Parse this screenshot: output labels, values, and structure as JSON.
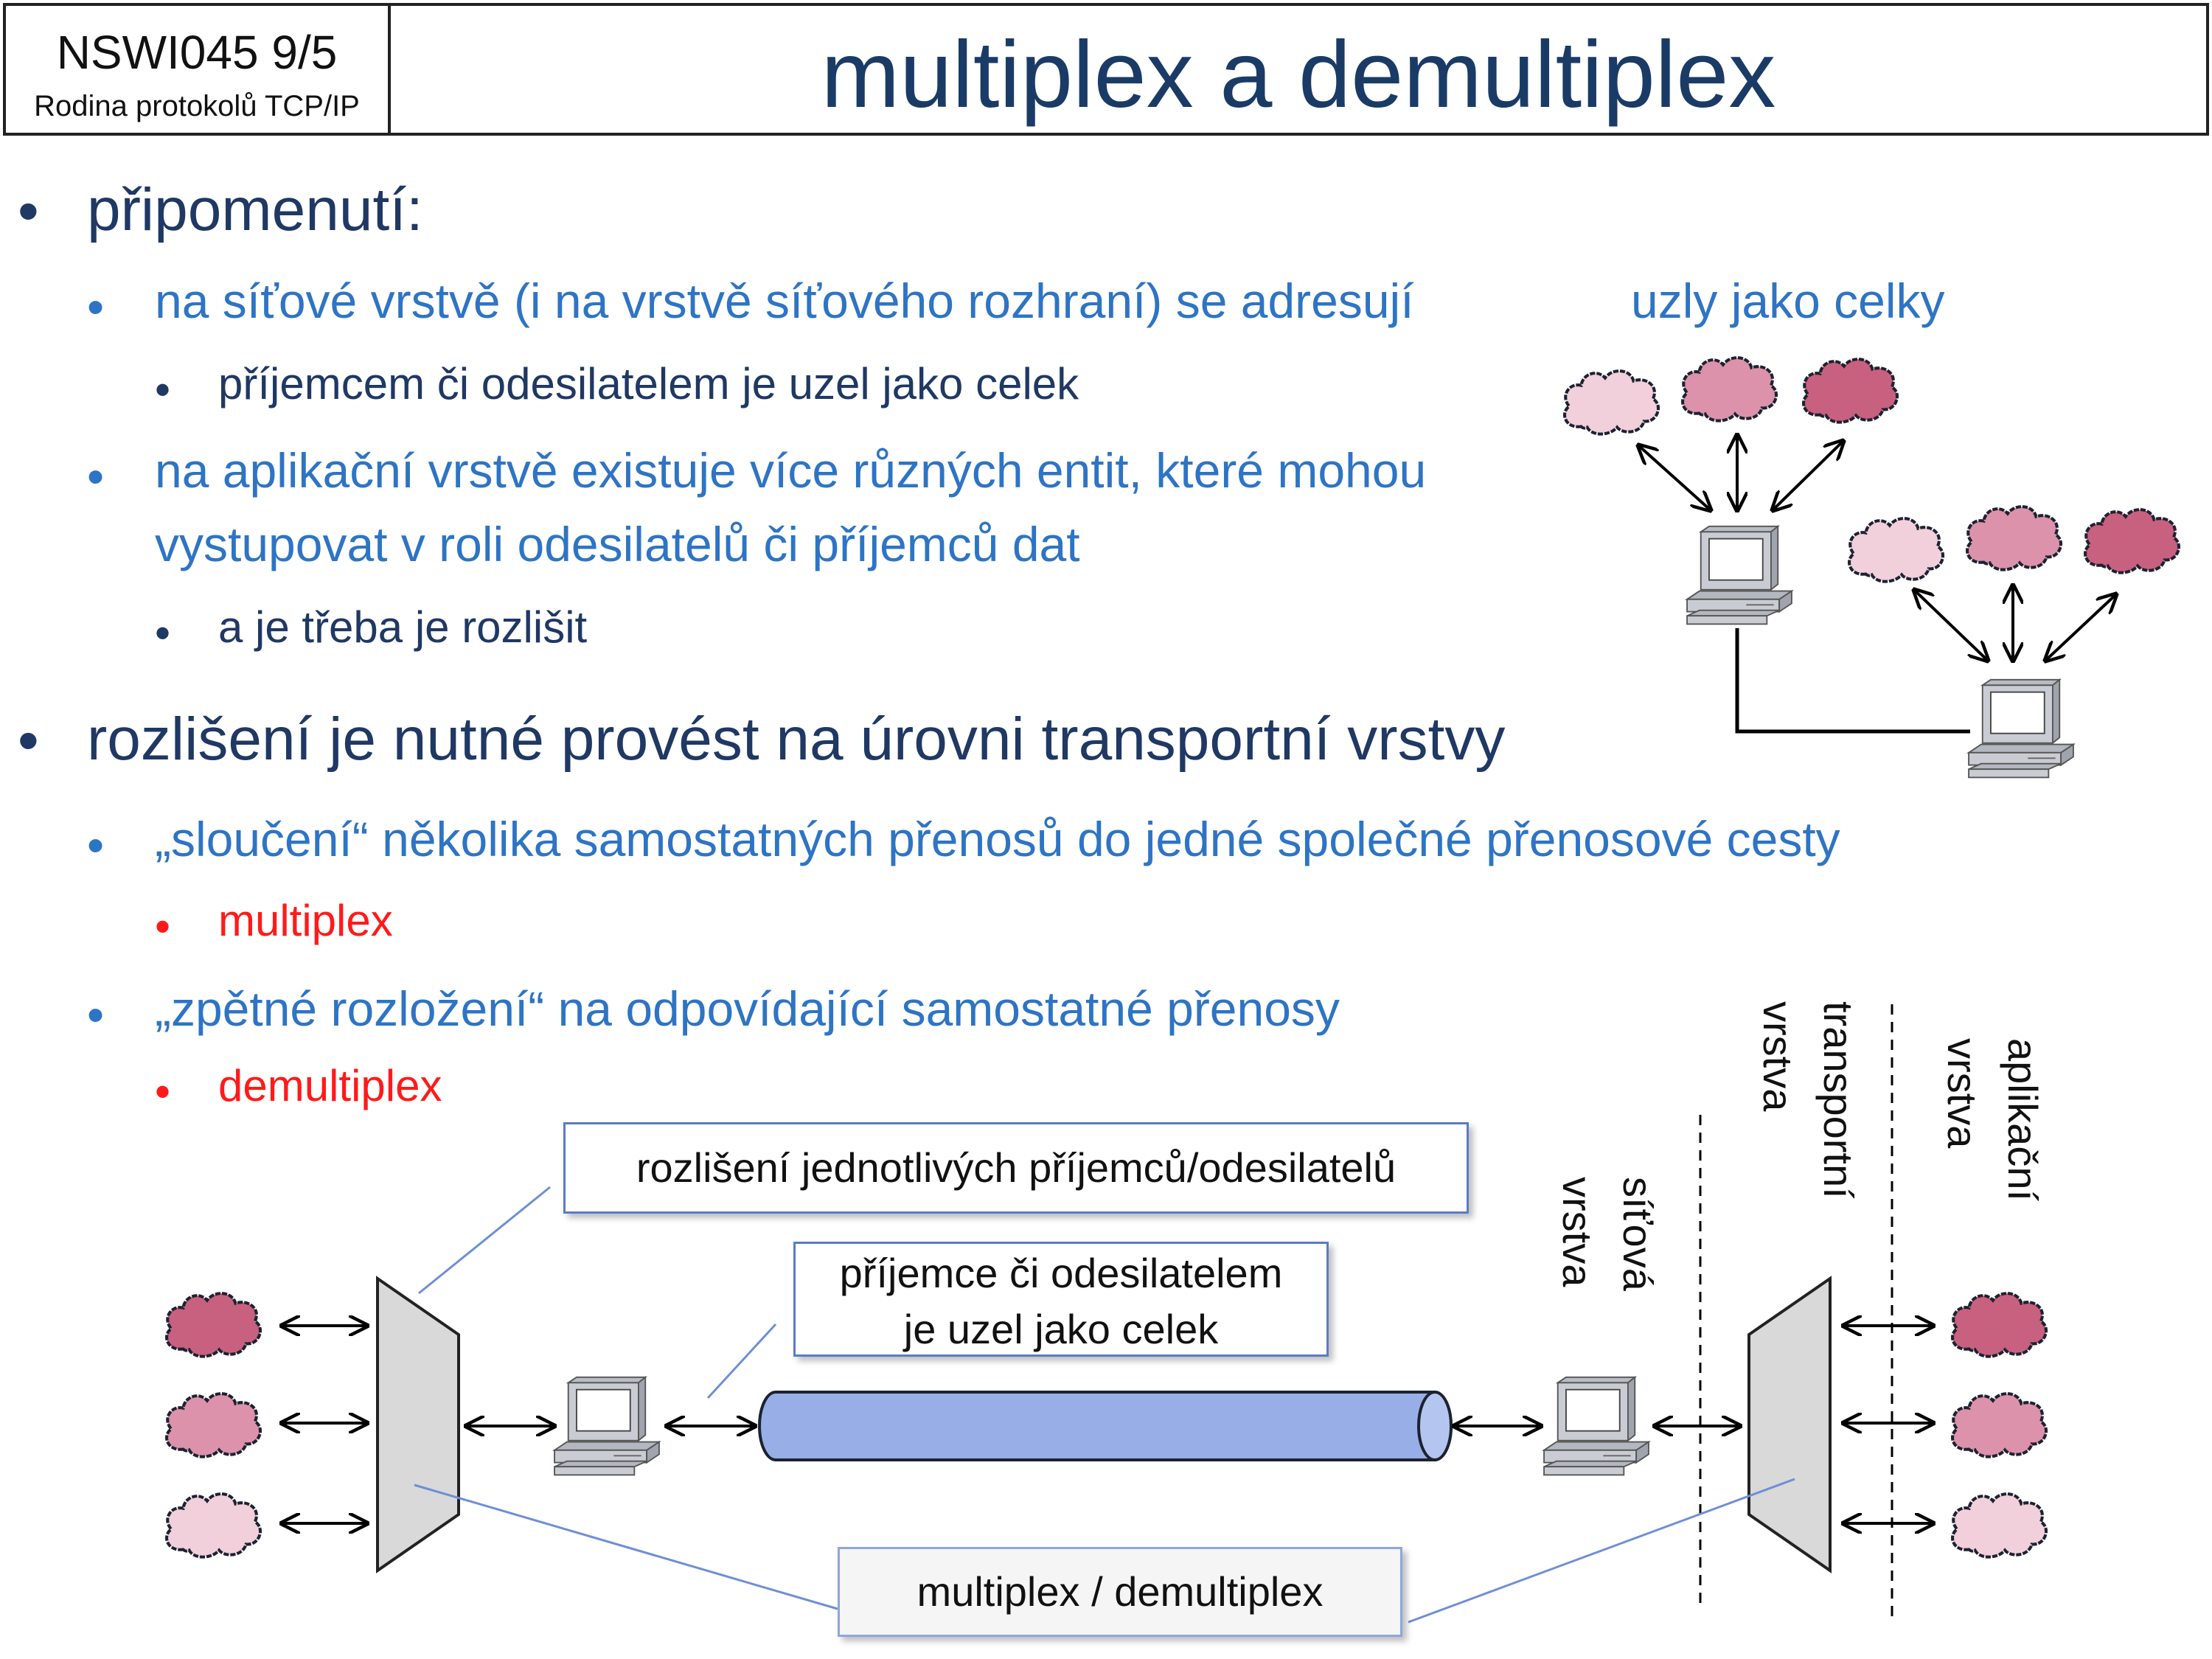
{
  "header": {
    "course": "NSWI045   9/5",
    "subtitle": "Rodina protokolů TCP/IP",
    "title": "multiplex a demultiplex"
  },
  "bullets": {
    "b1": "připomenutí:",
    "b1_1": "na síťové vrstvě (i na vrstvě síťového rozhraní) se adresují",
    "b1_1_tail": "uzly jako celky",
    "b1_1_1": "příjemcem či odesilatelem je uzel jako celek",
    "b1_2_line1": "na aplikační vrstvě existuje více různých entit, které mohou",
    "b1_2_line2": "vystupovat v roli odesilatelů či příjemců dat",
    "b1_2_1": "a je třeba je rozlišit",
    "b2": "rozlišení je nutné provést na úrovni transportní vrstvy",
    "b2_1": "„sloučení“ několika samostatných přenosů do jedné společné přenosové cesty",
    "b2_1_1": "multiplex",
    "b2_2": "„zpětné rozložení“ na odpovídající samostatné přenosy",
    "b2_2_1": "demultiplex"
  },
  "diagram": {
    "box_resolve": "rozlišení jednotlivých příjemců/odesilatelů",
    "box_node_line1": "příjemce či odesilatelem",
    "box_node_line2": "je uzel jako celek",
    "box_mux": "multiplex / demultiplex",
    "layer_network_1": "síťová",
    "layer_network_2": "vrstva",
    "layer_transport_1": "transportní",
    "layer_transport_2": "vrstva",
    "layer_app_1": "aplikační",
    "layer_app_2": "vrstva"
  },
  "colors": {
    "title": "#1a3b66",
    "level1": "#1f3864",
    "level2": "#2e74c5",
    "highlight": "#ff1a1a",
    "cloud_dark": "#c8607f",
    "cloud_mid": "#dc92aa",
    "cloud_light": "#f1cfdb",
    "pipe": "#97afe6",
    "mux": "#d9d9d9"
  }
}
